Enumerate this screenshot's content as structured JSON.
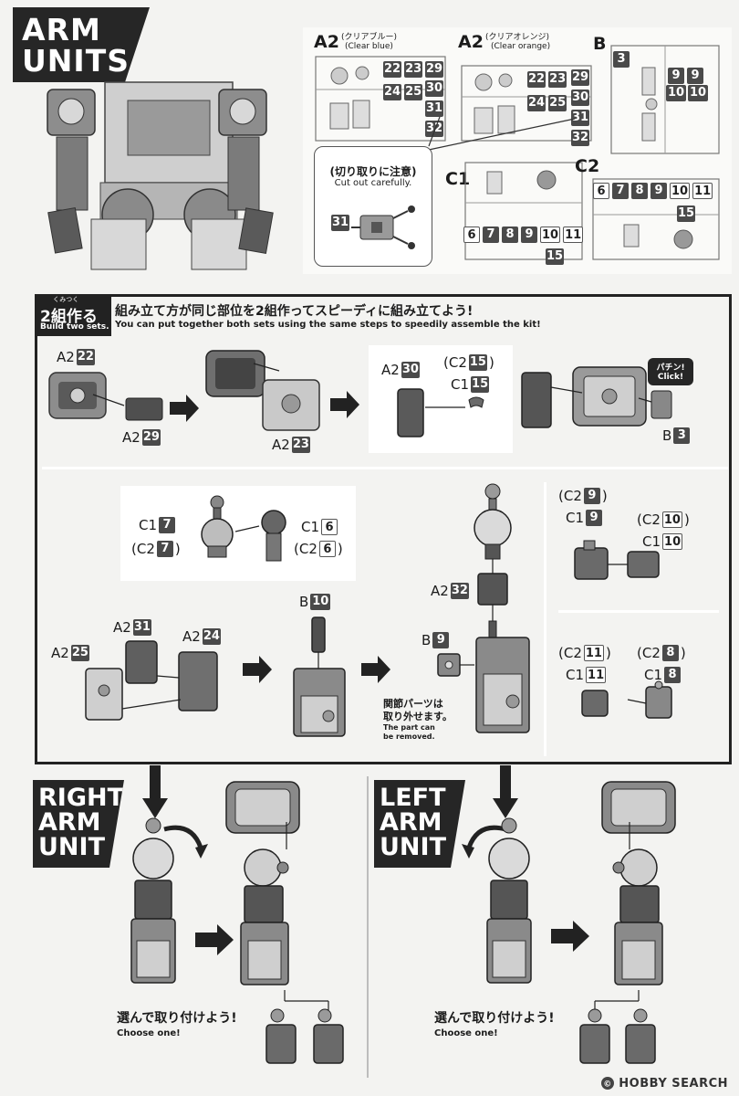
{
  "header": {
    "title_line1": "ARM",
    "title_line2": "UNITS"
  },
  "runners": {
    "a2_blue": {
      "label": "A2",
      "jp": "(クリアブルー)",
      "en": "(Clear blue)",
      "nums": [
        "22",
        "23",
        "29",
        "24",
        "25",
        "30",
        "31",
        "32"
      ]
    },
    "a2_orange": {
      "label": "A2",
      "jp": "(クリアオレンジ)",
      "en": "(Clear orange)",
      "nums": [
        "22",
        "23",
        "29",
        "24",
        "25",
        "30",
        "31",
        "32"
      ]
    },
    "b": {
      "label": "B",
      "nums": [
        "3",
        "9",
        "9",
        "10",
        "10"
      ]
    },
    "c1": {
      "label": "C1",
      "nums": [
        "6",
        "7",
        "8",
        "9",
        "10",
        "11",
        "15"
      ]
    },
    "c2": {
      "label": "C2",
      "nums": [
        "6",
        "7",
        "8",
        "9",
        "10",
        "11",
        "15"
      ]
    },
    "callout": {
      "jp": "(切り取りに注意)",
      "en": "Cut out carefully.",
      "part": "31"
    }
  },
  "instructions": {
    "badge_jp": "2組作る",
    "badge_ruby": "くみつく",
    "badge_en": "Build two sets.",
    "lead_jp": "組み立て方が同じ部位を2組作ってスピーディに組み立てよう!",
    "lead_en": "You can put together both sets using the same steps to speedily assemble the kit!"
  },
  "step1": {
    "a2_22": {
      "prefix": "A2",
      "num": "22"
    },
    "a2_29": {
      "prefix": "A2",
      "num": "29"
    },
    "a2_23": {
      "prefix": "A2",
      "num": "23"
    },
    "a2_30": {
      "prefix": "A2",
      "num": "30"
    },
    "c2_15": {
      "open": "(C2",
      "num": "15",
      "close": ")"
    },
    "c1_15": {
      "prefix": "C1",
      "num": "15"
    },
    "click_jp": "パチン!",
    "click_en": "Click!",
    "b_3": {
      "prefix": "B",
      "num": "3"
    }
  },
  "step2": {
    "c1_7": {
      "prefix": "C1",
      "num": "7"
    },
    "c2_7": {
      "open": "(C2",
      "num": "7",
      "close": ")"
    },
    "c1_6": {
      "prefix": "C1",
      "num": "6"
    },
    "c2_6": {
      "open": "(C2",
      "num": "6",
      "close": ")"
    },
    "b_10": {
      "prefix": "B",
      "num": "10"
    },
    "a2_31": {
      "prefix": "A2",
      "num": "31"
    },
    "a2_24": {
      "prefix": "A2",
      "num": "24"
    },
    "a2_25": {
      "prefix": "A2",
      "num": "25"
    },
    "a2_32": {
      "prefix": "A2",
      "num": "32"
    },
    "b_9": {
      "prefix": "B",
      "num": "9"
    },
    "note_jp_1": "関節パーツは",
    "note_jp_2": "取り外せます。",
    "note_en_1": "The part can",
    "note_en_2": "be removed."
  },
  "step3": {
    "c2_9": {
      "open": "(C2",
      "num": "9",
      "close": ")"
    },
    "c1_9": {
      "prefix": "C1",
      "num": "9"
    },
    "c2_10": {
      "open": "(C2",
      "num": "10",
      "close": ")"
    },
    "c1_10": {
      "prefix": "C1",
      "num": "10"
    },
    "c2_11": {
      "open": "(C2",
      "num": "11",
      "close": ")"
    },
    "c1_11": {
      "prefix": "C1",
      "num": "11"
    },
    "c2_8": {
      "open": "(C2",
      "num": "8",
      "close": ")"
    },
    "c1_8": {
      "prefix": "C1",
      "num": "8"
    }
  },
  "right_arm": {
    "line1": "RIGHT",
    "line2": "ARM",
    "line3": "UNIT",
    "choose_jp": "選んで取り付けよう!",
    "choose_en": "Choose one!"
  },
  "left_arm": {
    "line1": "LEFT",
    "line2": "ARM",
    "line3": "UNIT",
    "choose_jp": "選んで取り付けよう!",
    "choose_en": "Choose one!"
  },
  "watermark": {
    "text": "HOBBY SEARCH"
  },
  "colors": {
    "dark": "#262626",
    "badge": "#4a4a4a",
    "paper": "#f3f3f1"
  }
}
